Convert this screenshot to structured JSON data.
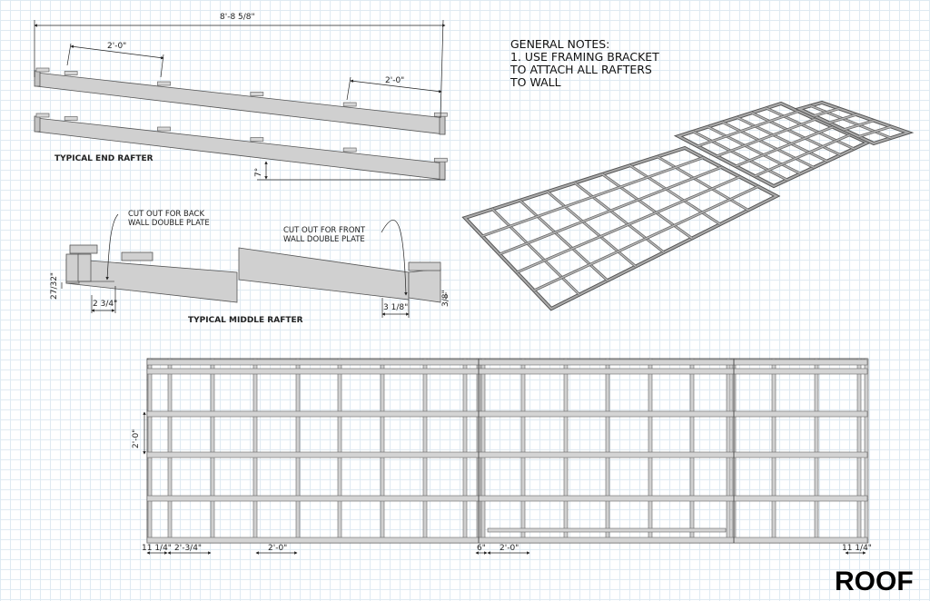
{
  "title": "ROOF",
  "general_notes": {
    "heading": "GENERAL NOTES:",
    "lines": [
      "1. USE FRAMING BRACKET",
      "TO ATTACH ALL RAFTERS",
      "TO WALL"
    ]
  },
  "end_rafter": {
    "label": "TYPICAL END RAFTER",
    "overall_length": "8'-8 5/8\"",
    "spacing_left": "2'-0\"",
    "spacing_right": "2'-0\"",
    "angle": "7°"
  },
  "middle_rafter": {
    "label": "TYPICAL MIDDLE RAFTER",
    "callout_back": [
      "CUT OUT FOR BACK",
      "WALL DOUBLE PLATE"
    ],
    "callout_front": [
      "CUT OUT FOR FRONT",
      "WALL DOUBLE PLATE"
    ],
    "dim_height_back": "27/32\"",
    "dim_width_back": "2 3/4\"",
    "dim_width_front": "3 1/8\"",
    "dim_height_front": "3/8\""
  },
  "plan": {
    "dim_vertical": "2'-0\"",
    "dims_bottom": [
      "11 1/4\"",
      "2'-3/4\"",
      "2'-0\"",
      "6\"",
      "2'-0\"",
      "11 1/4\""
    ]
  },
  "colors": {
    "lumber": "#d0d0d0",
    "edge": "#555555",
    "grid": "#dfeaf2"
  }
}
